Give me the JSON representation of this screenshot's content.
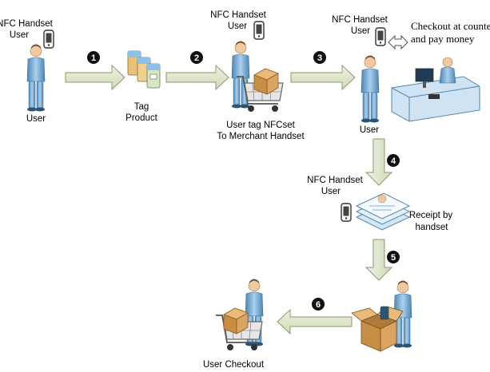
{
  "labels": {
    "user1_top": [
      "NFC Handset",
      "User"
    ],
    "user1_bottom": "User",
    "tag_product": [
      "Tag",
      "Product"
    ],
    "user2_top": [
      "NFC Handset",
      "User"
    ],
    "user2_bottom": [
      "User tag NFCset",
      "To Merchant Handset"
    ],
    "user3_top": [
      "NFC Handset",
      "User"
    ],
    "checkout_counter": [
      "Checkout at counter",
      "and pay money"
    ],
    "user3_bottom": "User",
    "receipt_top": [
      "NFC Handset",
      "User"
    ],
    "receipt_side": [
      "Receipt by",
      "handset"
    ],
    "user_checkout": "User Checkout"
  },
  "steps": [
    "1",
    "2",
    "3",
    "4",
    "5",
    "6"
  ],
  "colors": {
    "arrow_fill": "#dfe8cc",
    "arrow_stroke": "#8a9a70",
    "person": "#7fb3d8",
    "person_dark": "#4f86b3",
    "step_circle": "#111111",
    "box": "#d8a15a"
  }
}
